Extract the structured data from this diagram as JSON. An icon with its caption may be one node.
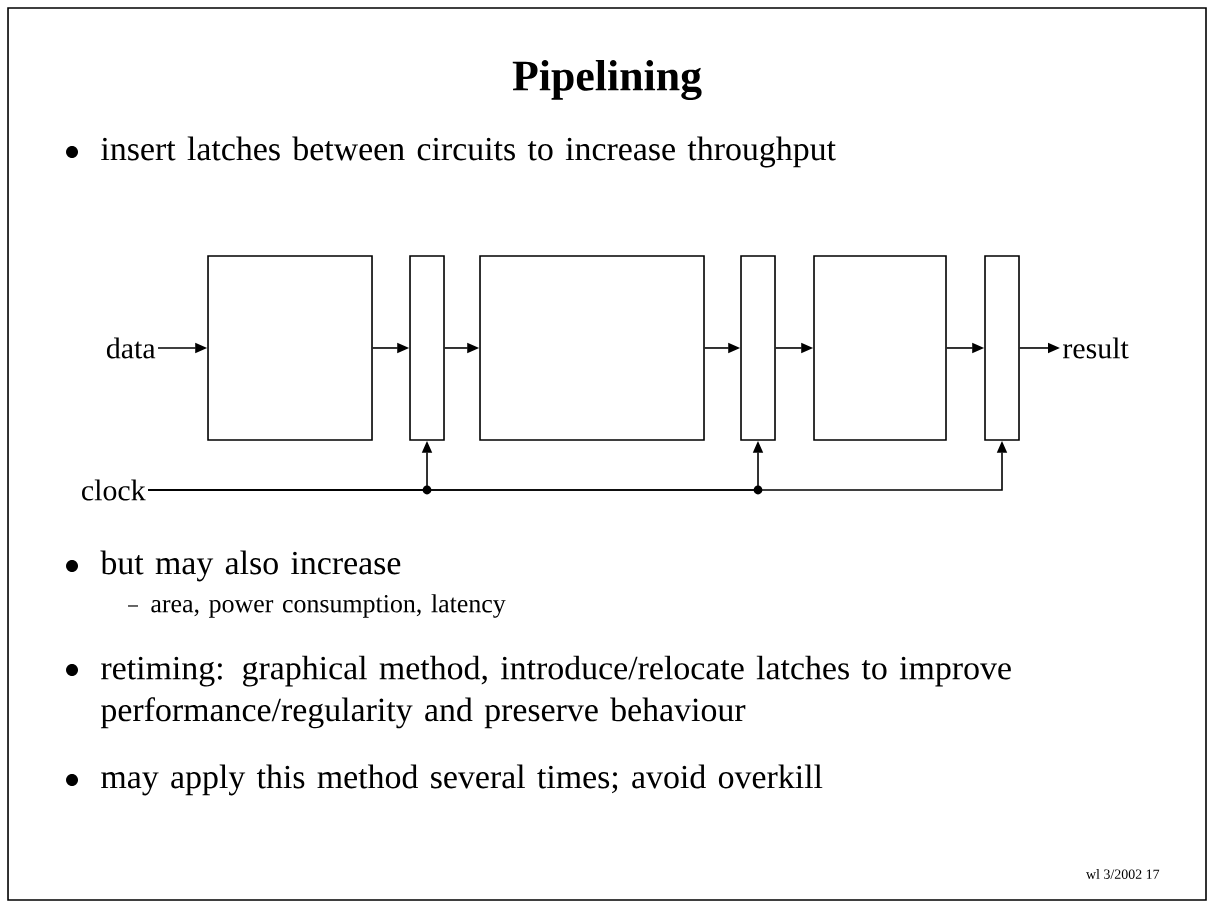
{
  "diagram": {
    "title": "Pipelining",
    "nodes": [
      {
        "text": [
          "data"
        ]
      },
      {
        "text": [],
        "shape": "box"
      },
      {
        "text": [],
        "shape": "bar"
      },
      {
        "text": [],
        "shape": "box"
      },
      {
        "text": [],
        "shape": "bar"
      },
      {
        "text": [],
        "shape": "box"
      },
      {
        "text": [],
        "shape": "bar"
      },
      {
        "text": [
          "result"
        ]
      },
      {
        "text": [
          "clock"
        ]
      }
    ],
    "edges": [
      {
        "from": 0,
        "to": 1,
        "arrow": "to"
      },
      {
        "from": 1,
        "to": 2,
        "arrow": "to"
      },
      {
        "from": 2,
        "to": 3,
        "arrow": "to"
      },
      {
        "from": 3,
        "to": 4,
        "arrow": "to"
      },
      {
        "from": 4,
        "to": 5,
        "arrow": "to"
      },
      {
        "from": 5,
        "to": 6,
        "arrow": "to"
      },
      {
        "from": 6,
        "to": 7,
        "arrow": "to"
      },
      {
        "from": 8,
        "to": 2,
        "arrow": "to"
      },
      {
        "from": 8,
        "to": 4,
        "arrow": "to"
      },
      {
        "from": 8,
        "to": 6,
        "arrow": "to"
      }
    ],
    "labels": [
      "insert latches between circuits to increase throughput",
      "but may also increase",
      "area, power consumption, latency",
      "retiming: graphical method, introduce/relocate latches to improve performance/regularity and preserve behaviour",
      "may apply this method several times; avoid overkill",
      "wl 3/2002  17"
    ]
  }
}
